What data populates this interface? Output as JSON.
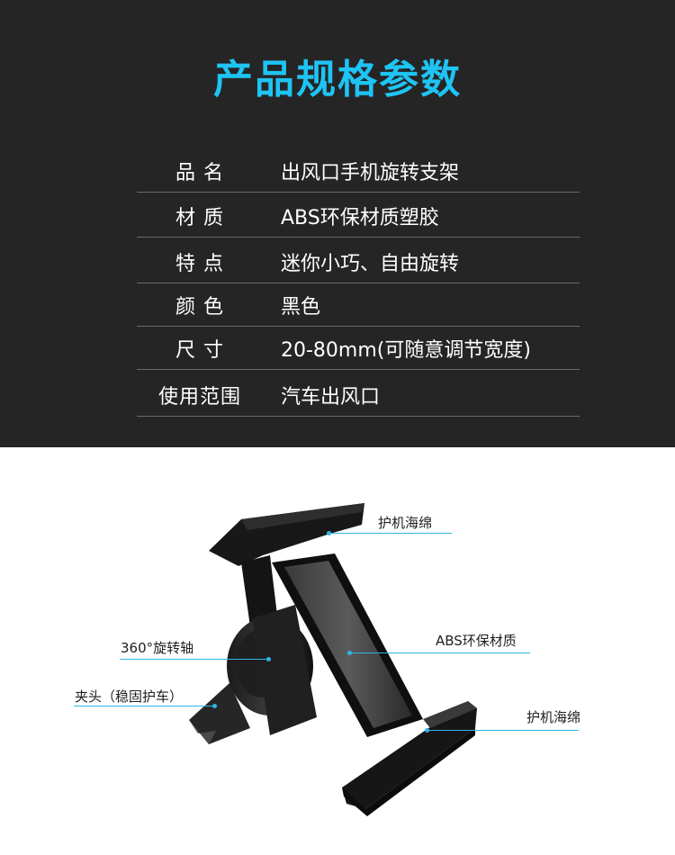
{
  "specs": {
    "title": "产品规格参数",
    "rows": [
      {
        "label": "品 名",
        "value": "出风口手机旋转支架"
      },
      {
        "label": "材 质",
        "value": "ABS环保材质塑胶"
      },
      {
        "label": "特 点",
        "value": "迷你小巧、自由旋转"
      },
      {
        "label": "颜 色",
        "value": "黑色"
      },
      {
        "label": "尺 寸",
        "value": "20-80mm(可随意调节宽度)"
      },
      {
        "label": "使用范围",
        "value": "汽车出风口"
      }
    ]
  },
  "diagram": {
    "callouts": {
      "top_sponge": "护机海绵",
      "material": "ABS环保材质",
      "rotation_axis": "360°旋转轴",
      "clip": "夹头（稳固护车）",
      "bottom_sponge": "护机海绵"
    }
  },
  "colors": {
    "title_accent": "#1ec4f4",
    "spec_background": "#252525",
    "callout_line": "#2fb6e6"
  }
}
